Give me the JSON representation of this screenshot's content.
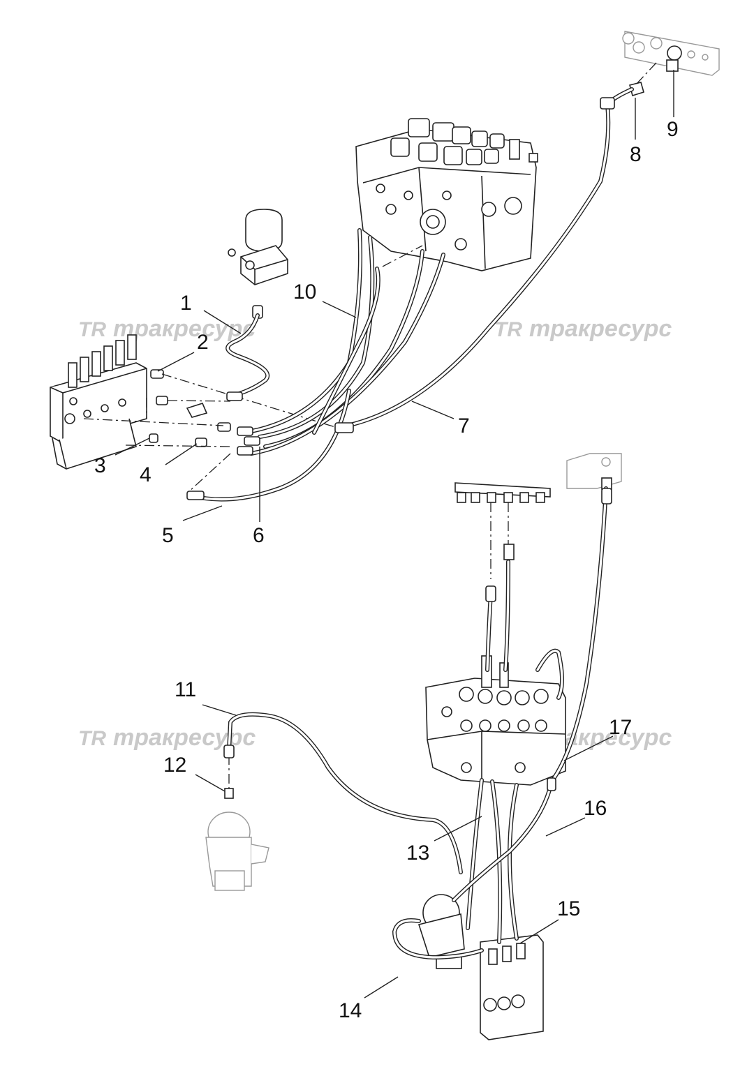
{
  "callouts": [
    {
      "id": "1",
      "text": "1"
    },
    {
      "id": "2",
      "text": "2"
    },
    {
      "id": "3",
      "text": "3"
    },
    {
      "id": "4",
      "text": "4"
    },
    {
      "id": "5",
      "text": "5"
    },
    {
      "id": "6",
      "text": "6"
    },
    {
      "id": "7",
      "text": "7"
    },
    {
      "id": "8",
      "text": "8"
    },
    {
      "id": "9",
      "text": "9"
    },
    {
      "id": "10",
      "text": "10"
    },
    {
      "id": "11",
      "text": "11"
    },
    {
      "id": "12",
      "text": "12"
    },
    {
      "id": "13",
      "text": "13"
    },
    {
      "id": "14",
      "text": "14"
    },
    {
      "id": "15",
      "text": "15"
    },
    {
      "id": "16",
      "text": "16"
    },
    {
      "id": "17",
      "text": "17"
    }
  ],
  "watermark": {
    "logo": "TR",
    "text": "тракресурс",
    "color": "#c9c9c9"
  },
  "colors": {
    "line": "#222222",
    "ghost_part": "#999999",
    "background": "#ffffff"
  }
}
